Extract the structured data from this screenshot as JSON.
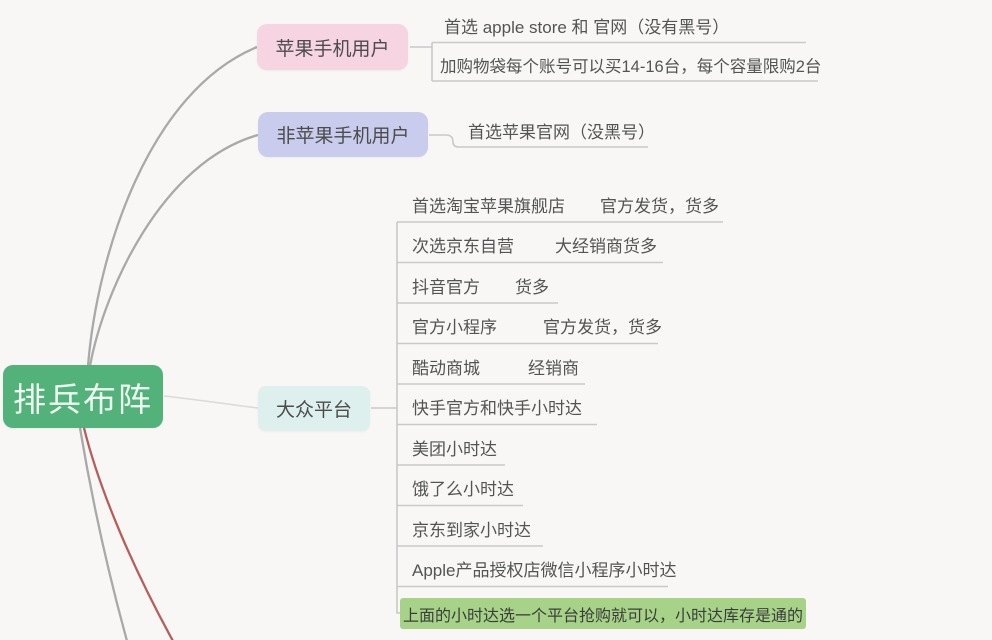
{
  "root": {
    "label": "排兵布阵",
    "color": "#53b27a",
    "text_color": "#eefaf2"
  },
  "branches": [
    {
      "label": "苹果手机用户",
      "color": "#f6d4e2",
      "children": [
        {
          "label": "首选 apple store 和 官网（没有黑号）"
        },
        {
          "label": "加购物袋每个账号可以买14-16台，每个容量限购2台"
        }
      ]
    },
    {
      "label": "非苹果手机用户",
      "color": "#c9cced",
      "children": [
        {
          "label": "首选苹果官网（没黑号）"
        }
      ]
    },
    {
      "label": "大众平台",
      "color": "#def0ed",
      "children": [
        {
          "label": "首选淘宝苹果旗舰店",
          "note": "官方发货，货多"
        },
        {
          "label": "次选京东自营",
          "note": "大经销商货多"
        },
        {
          "label": "抖音官方",
          "note": "货多"
        },
        {
          "label": "官方小程序",
          "note": "官方发货，货多"
        },
        {
          "label": "酷动商城",
          "note": "经销商"
        },
        {
          "label": "快手官方和快手小时达"
        },
        {
          "label": "美团小时达"
        },
        {
          "label": "饿了么小时达"
        },
        {
          "label": "京东到家小时达"
        },
        {
          "label": "Apple产品授权店微信小程序小时达"
        },
        {
          "label": "上面的小时达选一个平台抢购就可以，小时达库存是通的",
          "highlight_color": "#a6d388"
        }
      ]
    }
  ],
  "connector_colors": {
    "branch_curve": "#a9a9a9",
    "accent_curve": "#b45f5c",
    "underline": "#c9c9c9"
  }
}
